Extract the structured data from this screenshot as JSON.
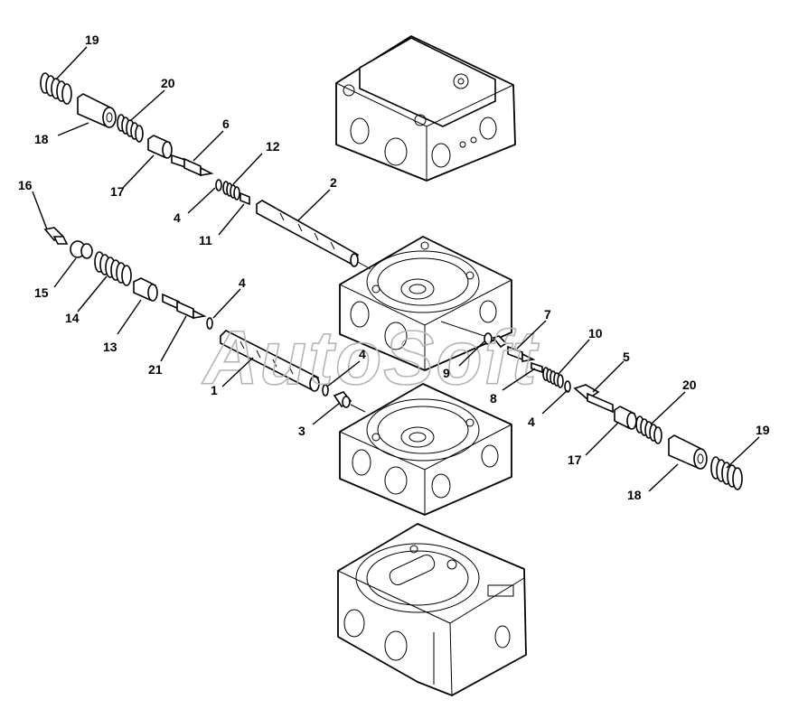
{
  "watermark": "AutoSoft",
  "callouts": {
    "c19a": "19",
    "c20a": "20",
    "c18a": "18",
    "c6": "6",
    "c17a": "17",
    "c12": "12",
    "c2": "2",
    "c4a": "4",
    "c11": "11",
    "c16": "16",
    "c15": "15",
    "c14": "14",
    "c13": "13",
    "c21": "21",
    "c4b": "4",
    "c1": "1",
    "c4c": "4",
    "c3": "3",
    "c7": "7",
    "c10": "10",
    "c9": "9",
    "c8": "8",
    "c5": "5",
    "c4d": "4",
    "c20b": "20",
    "c17b": "17",
    "c19b": "19",
    "c18b": "18"
  }
}
